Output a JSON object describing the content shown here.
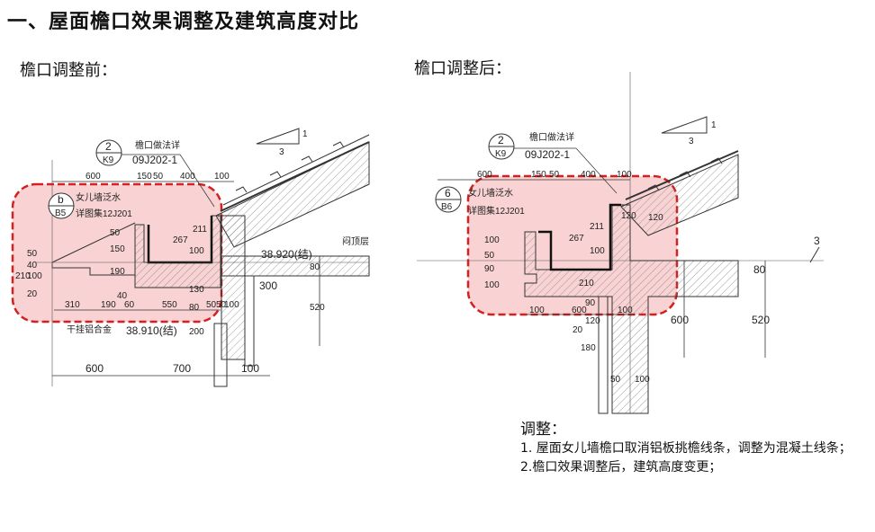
{
  "title": "一、屋面檐口效果调整及建筑高度对比",
  "before": {
    "heading": "檐口调整前：",
    "detail_ref": {
      "num": "2",
      "sheet": "K9",
      "note": "檐口做法详",
      "atlas": "09J202-1"
    },
    "flash_ref": {
      "num": "b",
      "sheet": "B5",
      "note": "女儿墙泛水",
      "atlas": "详图集12J201"
    },
    "slope": {
      "rise": "1",
      "run": "3"
    },
    "top_dims": [
      "600",
      "150",
      "50",
      "400",
      "100"
    ],
    "inner_dims": [
      "267",
      "211",
      "150",
      "50",
      "190",
      "100",
      "130",
      "80",
      "200",
      "210",
      "100",
      "40",
      "20",
      "50",
      "50"
    ],
    "bottom_inner_dims": [
      "310",
      "190",
      "40",
      "60",
      "550",
      "50",
      "100"
    ],
    "bottom_dims": [
      "600",
      "700",
      "100"
    ],
    "elev_top": "38.920(结)",
    "elev_bottom": "38.910(结)",
    "attic_label": "闷顶层",
    "cladding_label": "干挂铝合金",
    "dim_300": "300",
    "dim_80": "80",
    "dim_520": "520"
  },
  "after": {
    "heading": "檐口调整后：",
    "detail_ref": {
      "num": "2",
      "sheet": "K9",
      "note": "檐口做法详",
      "atlas": "09J202-1"
    },
    "flash_ref": {
      "num": "6",
      "sheet": "B6",
      "note": "女儿墙泛水",
      "atlas": "详图集12J201"
    },
    "slope": {
      "rise": "1",
      "run": "3"
    },
    "top_dims": [
      "600",
      "150",
      "50",
      "400",
      "100"
    ],
    "inner_dims": [
      "267",
      "211",
      "100",
      "210",
      "100",
      "50",
      "90",
      "100",
      "120",
      "120"
    ],
    "bottom_dims": [
      "100",
      "600",
      "100"
    ],
    "lower_dims": [
      "90",
      "120",
      "20",
      "180",
      "50",
      "100"
    ],
    "dim_80": "80",
    "dim_520": "520",
    "dim_600": "600",
    "level_mark": "3"
  },
  "notes": {
    "heading": "调整：",
    "items": [
      "1. 屋面女儿墙檐口取消铝板挑檐线条，调整为混凝土线条；",
      "2.檐口效果调整后，建筑高度变更；"
    ]
  },
  "colors": {
    "highlight_fill": "#f9d3d3",
    "highlight_border": "#d42020"
  }
}
